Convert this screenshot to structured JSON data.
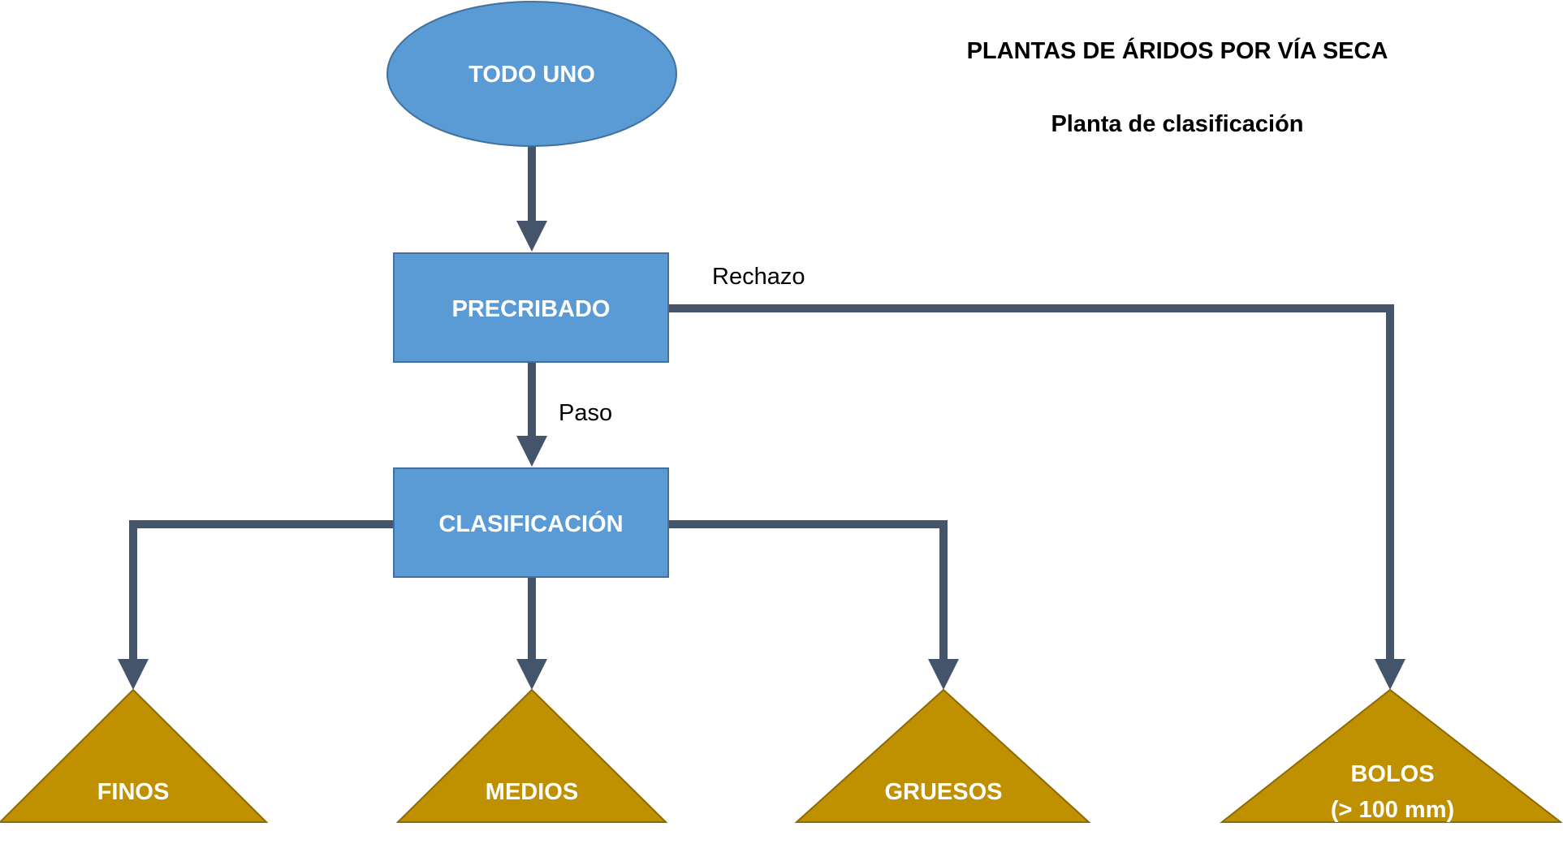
{
  "title": "PLANTAS DE ÁRIDOS POR VÍA SECA",
  "subtitle": "Planta de clasificación",
  "colors": {
    "process_fill": "#5B9BD5",
    "process_stroke": "#41719C",
    "product_fill": "#BF9000",
    "arrow": "#44546A",
    "label_text": "#FFFFFF",
    "edge_text": "#000000",
    "background": "#FFFFFF"
  },
  "nodes": {
    "todo_uno": {
      "label": "TODO UNO",
      "shape": "ellipse"
    },
    "precribado": {
      "label": "PRECRIBADO",
      "shape": "rectangle"
    },
    "clasificacion": {
      "label": "CLASIFICACIÓN",
      "shape": "rectangle"
    },
    "finos": {
      "label": "FINOS",
      "shape": "triangle"
    },
    "medios": {
      "label": "MEDIOS",
      "shape": "triangle"
    },
    "gruesos": {
      "label": "GRUESOS",
      "shape": "triangle"
    },
    "bolos": {
      "label_line1": "BOLOS",
      "label_line2": "(> 100 mm)",
      "shape": "triangle"
    }
  },
  "edges": [
    {
      "from": "todo_uno",
      "to": "precribado",
      "label": ""
    },
    {
      "from": "precribado",
      "to": "clasificacion",
      "label": "Paso"
    },
    {
      "from": "precribado",
      "to": "bolos",
      "label": "Rechazo"
    },
    {
      "from": "clasificacion",
      "to": "finos",
      "label": ""
    },
    {
      "from": "clasificacion",
      "to": "medios",
      "label": ""
    },
    {
      "from": "clasificacion",
      "to": "gruesos",
      "label": ""
    }
  ]
}
